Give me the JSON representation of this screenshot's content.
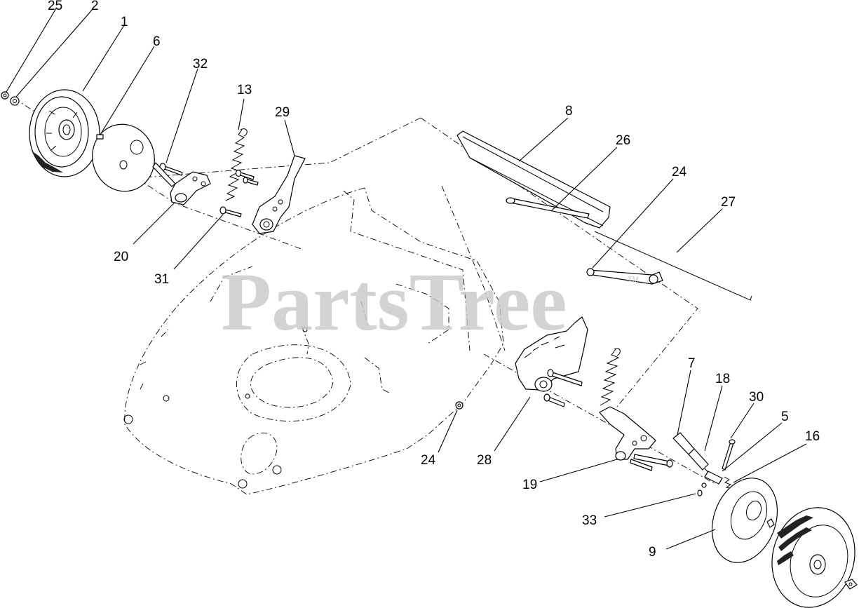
{
  "watermark": {
    "brand": "PartsTree",
    "mark": "TM"
  },
  "callouts": [
    {
      "id": "c25",
      "label": "25"
    },
    {
      "id": "c2",
      "label": "2"
    },
    {
      "id": "c1",
      "label": "1"
    },
    {
      "id": "c6",
      "label": "6"
    },
    {
      "id": "c32",
      "label": "32"
    },
    {
      "id": "c13",
      "label": "13"
    },
    {
      "id": "c29",
      "label": "29"
    },
    {
      "id": "c8",
      "label": "8"
    },
    {
      "id": "c26",
      "label": "26"
    },
    {
      "id": "c24a",
      "label": "24"
    },
    {
      "id": "c27",
      "label": "27"
    },
    {
      "id": "c20",
      "label": "20"
    },
    {
      "id": "c31",
      "label": "31"
    },
    {
      "id": "c7",
      "label": "7"
    },
    {
      "id": "c18",
      "label": "18"
    },
    {
      "id": "c30",
      "label": "30"
    },
    {
      "id": "c5",
      "label": "5"
    },
    {
      "id": "c16",
      "label": "16"
    },
    {
      "id": "c24b",
      "label": "24"
    },
    {
      "id": "c28",
      "label": "28"
    },
    {
      "id": "c19",
      "label": "19"
    },
    {
      "id": "c33",
      "label": "33"
    },
    {
      "id": "c9",
      "label": "9"
    }
  ]
}
